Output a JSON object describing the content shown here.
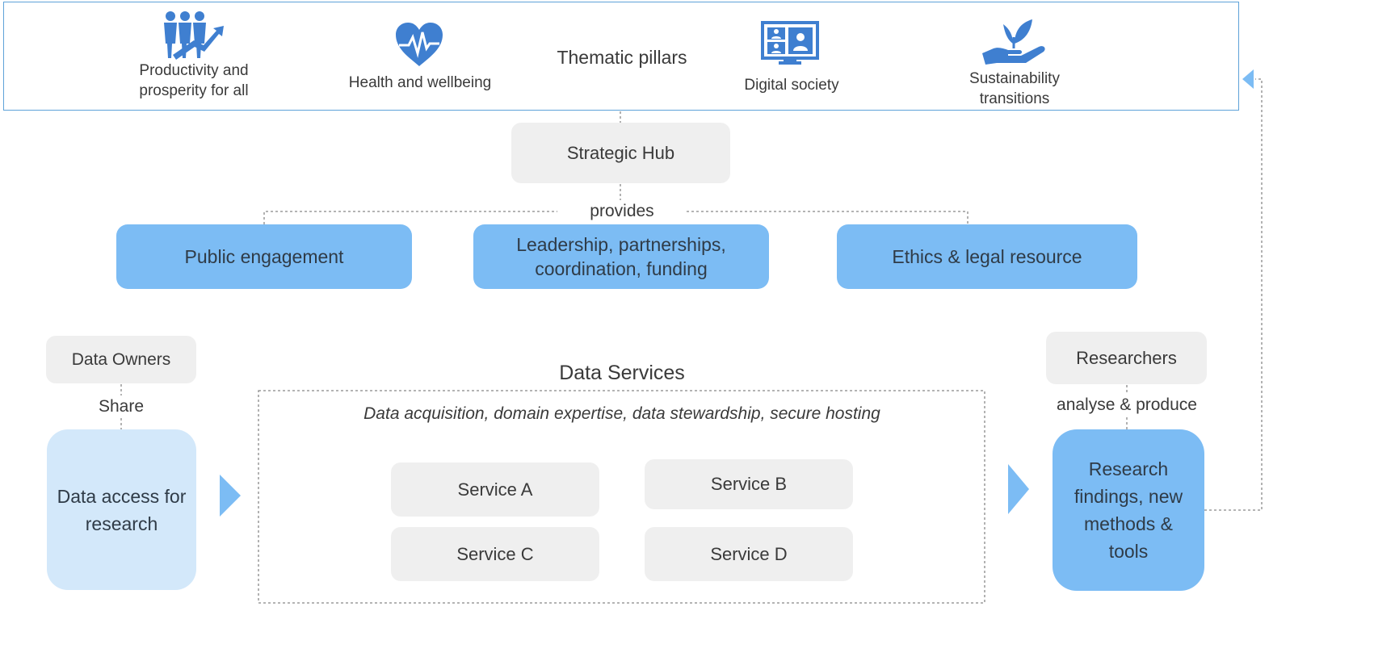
{
  "pillars": {
    "title": "Thematic pillars",
    "items": [
      {
        "label": "Productivity and prosperity for all",
        "icon": "people-growth-icon"
      },
      {
        "label": "Health and wellbeing",
        "icon": "heart-pulse-icon"
      },
      {
        "label": "Digital society",
        "icon": "video-call-icon"
      },
      {
        "label": "Sustainability transitions",
        "icon": "hand-plant-icon"
      }
    ]
  },
  "hub": {
    "label": "Strategic Hub",
    "connector": "provides"
  },
  "provides": [
    {
      "label": "Public engagement"
    },
    {
      "label": "Leadership, partnerships, coordination, funding"
    },
    {
      "label": "Ethics & legal resource"
    }
  ],
  "data_owners": {
    "label": "Data Owners",
    "action": "Share",
    "box": "Data access for research"
  },
  "data_services": {
    "title": "Data Services",
    "subtitle": "Data acquisition, domain expertise, data stewardship, secure hosting",
    "services": [
      "Service A",
      "Service B",
      "Service C",
      "Service D"
    ]
  },
  "researchers": {
    "label": "Researchers",
    "action": "analyse & produce",
    "box": "Research findings, new methods & tools"
  },
  "colors": {
    "frame": "#5ea2d8",
    "blue": "#7cbcf4",
    "light_blue": "#d3e8fa",
    "grey": "#efefef",
    "icon": "#3f7fd0"
  }
}
